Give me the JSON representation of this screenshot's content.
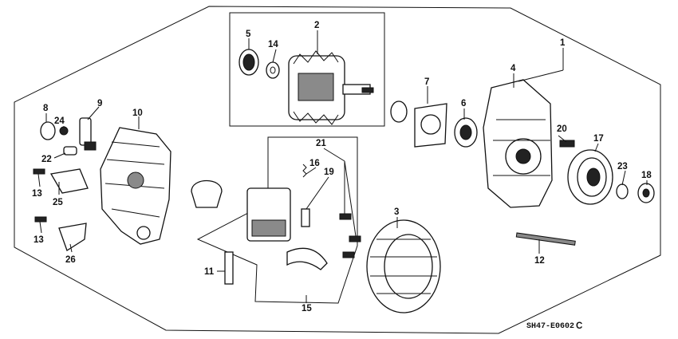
{
  "diagram": {
    "callouts": [
      "1",
      "2",
      "3",
      "4",
      "5",
      "6",
      "7",
      "8",
      "9",
      "10",
      "11",
      "12",
      "13",
      "13",
      "14",
      "15",
      "16",
      "17",
      "18",
      "19",
      "20",
      "21",
      "22",
      "23",
      "24",
      "25",
      "26"
    ],
    "code": "SH47-E0602",
    "code_suffix": "C"
  }
}
